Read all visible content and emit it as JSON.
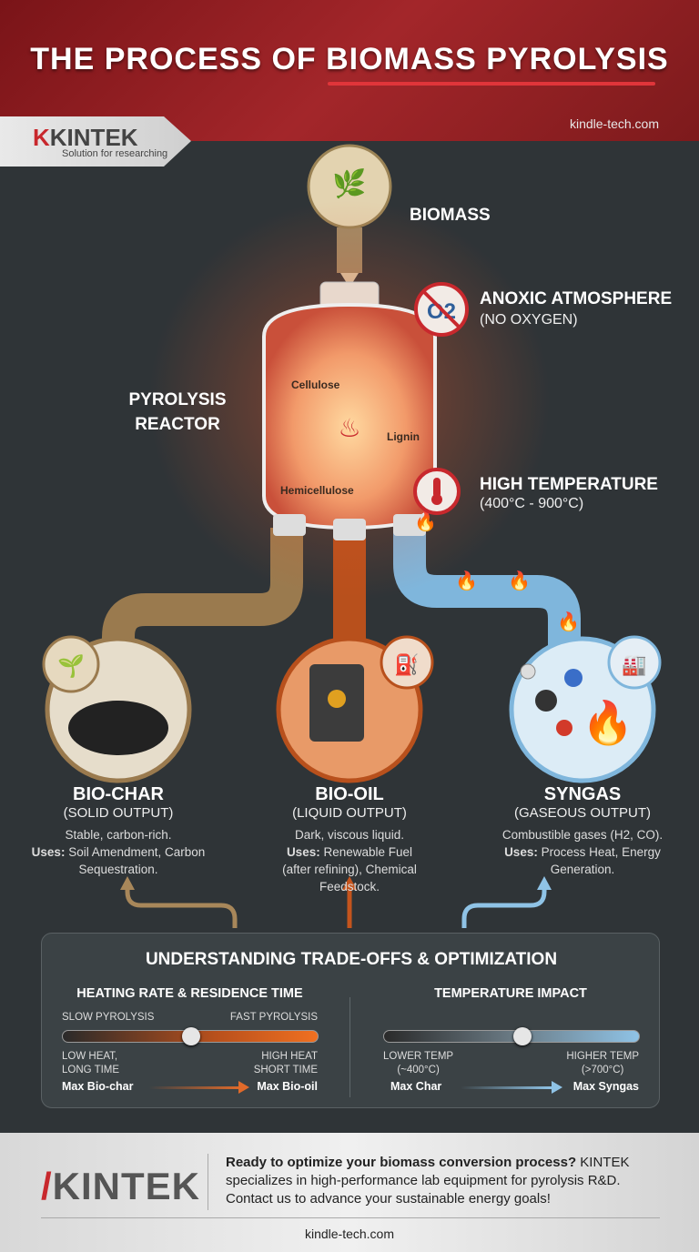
{
  "header": {
    "title": "THE PROCESS OF BIOMASS PYROLYSIS",
    "site": "kindle-tech.com"
  },
  "logo": {
    "brand": "KINTEK",
    "tagline": "Solution for researching"
  },
  "diagram": {
    "input": "BIOMASS",
    "reactor": "PYROLYSIS REACTOR",
    "reactor_line1": "PYROLYSIS",
    "reactor_line2": "REACTOR",
    "compounds": [
      "Cellulose",
      "Lignin",
      "Hemicellulose"
    ],
    "anoxic": {
      "title": "ANOXIC ATMOSPHERE",
      "sub": "(NO OXYGEN)",
      "icon": "no-oxygen-icon",
      "glyph": "O2"
    },
    "temp": {
      "title": "HIGH TEMPERATURE",
      "sub": "(400°C - 900°C)",
      "icon": "thermometer-icon"
    }
  },
  "outputs": [
    {
      "title": "BIO-CHAR",
      "sub": "(SOLID OUTPUT)",
      "desc": "Stable, carbon-rich.",
      "uses_label": "Uses:",
      "uses": "Soil Amendment, Carbon Sequestration.",
      "color": "#a8875a"
    },
    {
      "title": "BIO-OIL",
      "sub": "(LIQUID OUTPUT)",
      "desc": "Dark, viscous liquid.",
      "uses_label": "Uses:",
      "uses": "Renewable Fuel (after refining), Chemical Feedstock.",
      "color": "#c4541d"
    },
    {
      "title": "SYNGAS",
      "sub": "(GASEOUS OUTPUT)",
      "desc": "Combustible gases (H2, CO).",
      "uses_label": "Uses:",
      "uses": "Process Heat, Energy Generation.",
      "color": "#8fc3e6"
    }
  ],
  "tradeoffs": {
    "title": "UNDERSTANDING TRADE-OFFS & OPTIMIZATION",
    "heating": {
      "title": "HEATING RATE & RESIDENCE TIME",
      "left_label": "SLOW PYROLYSIS",
      "right_label": "FAST PYROLYSIS",
      "left_l1": "LOW HEAT,",
      "left_l2": "LONG TIME",
      "right_l1": "HIGH HEAT",
      "right_l2": "SHORT TIME",
      "left_result": "Max Bio-char",
      "right_result": "Max Bio-oil",
      "slider_value": 0.5
    },
    "temperature": {
      "title": "TEMPERATURE IMPACT",
      "left_l1": "LOWER TEMP",
      "left_l2": "(~400°C)",
      "right_l1": "HIGHER TEMP",
      "right_l2": "(>700°C)",
      "left_result": "Max Char",
      "right_result": "Max Syngas",
      "slider_value": 0.54
    }
  },
  "footer": {
    "brand": "KINTEK",
    "cta_bold": "Ready to optimize your biomass conversion process?",
    "cta": " KINTEK specializes in high-performance lab equipment for pyrolysis R&D. Contact us to advance your sustainable energy goals!",
    "site": "kindle-tech.com"
  }
}
